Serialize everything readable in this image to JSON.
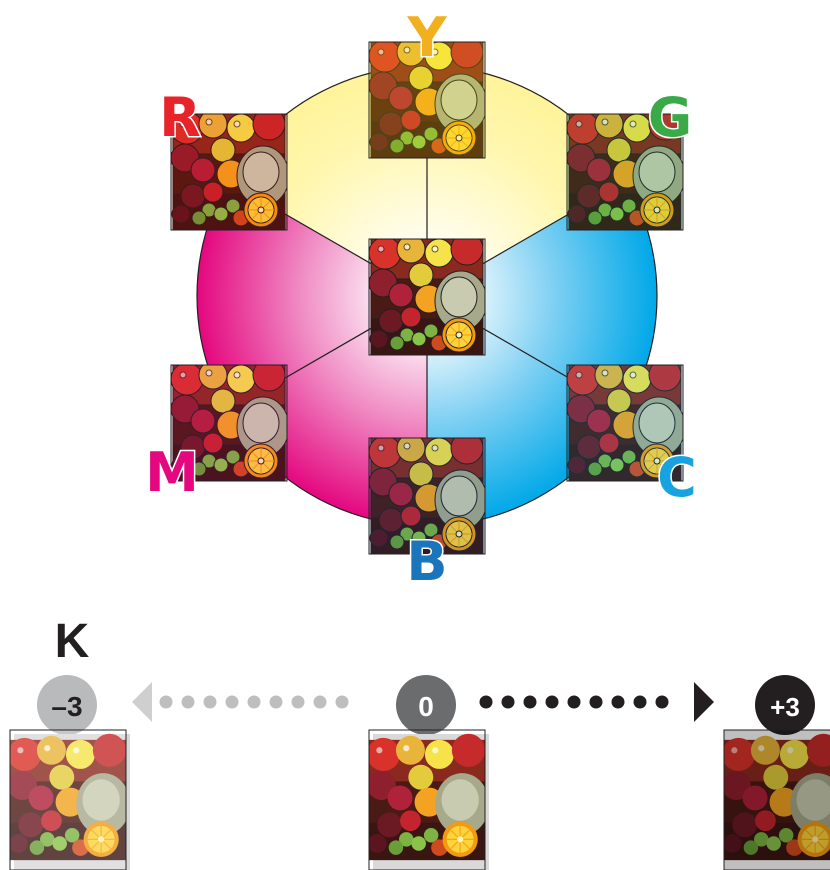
{
  "color_wheel": {
    "labels": {
      "Y": {
        "text": "Y",
        "color": "#f2b01e"
      },
      "R": {
        "text": "R",
        "color": "#e8232a"
      },
      "G": {
        "text": "G",
        "color": "#3aaa48"
      },
      "M": {
        "text": "M",
        "color": "#e4077f"
      },
      "C": {
        "text": "C",
        "color": "#17a3df"
      },
      "B": {
        "text": "B",
        "color": "#1b75bb"
      }
    },
    "sector_colors": {
      "yellow": "#fff6a3",
      "cyan": "#00a8e8",
      "magenta": "#e7168a",
      "center": "#ffffff"
    },
    "thumbnail_icon": "fruit-photo"
  },
  "black_scale": {
    "title": "K",
    "min": {
      "text": "–3",
      "color": "#b9babb"
    },
    "mid": {
      "text": "0",
      "color": "#6b6c6e"
    },
    "max": {
      "text": "+3",
      "color": "#231f20"
    }
  }
}
